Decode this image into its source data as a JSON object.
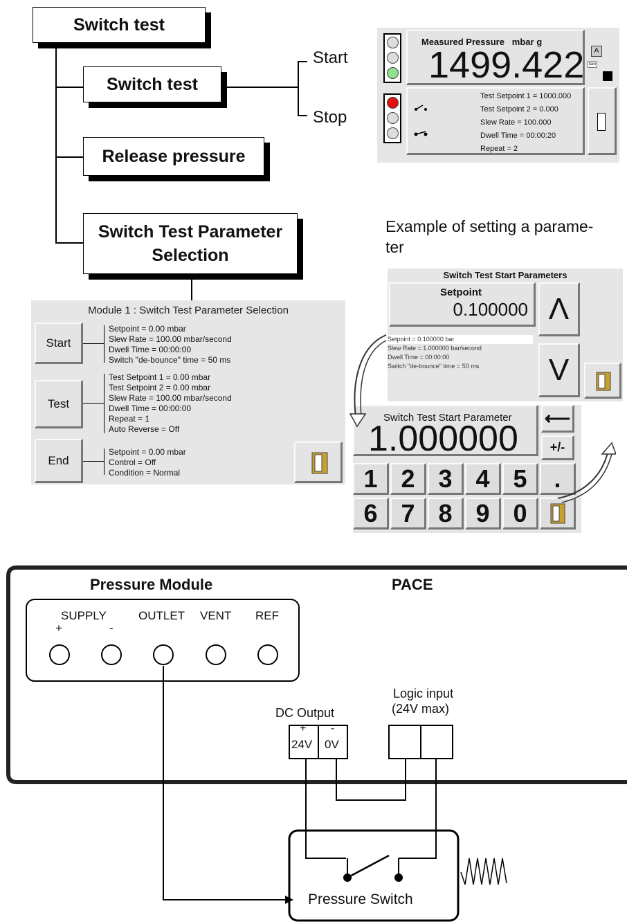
{
  "menu": {
    "root": "Switch test",
    "switch_test": "Switch test",
    "release": "Release pressure",
    "param_sel": "Switch Test Parameter Selection",
    "start": "Start",
    "stop": "Stop"
  },
  "status_screen": {
    "title": "Measured Pressure",
    "unit": "mbar g",
    "value": "1499.422",
    "badge_a": "A",
    "badge_tare": "tare",
    "lines": [
      "Test Setpoint 1 = 1000.000",
      "Test Setpoint 2 = 0.000",
      "Slew Rate = 100.000",
      "Dwell Time = 00:00:20",
      "Repeat = 2"
    ]
  },
  "example_caption": "Example of setting a parame-\nter",
  "param_screen": {
    "title": "Module 1 : Switch Test Parameter Selection",
    "groups": [
      {
        "label": "Start",
        "lines": [
          "Setpoint = 0.00 mbar",
          "Slew Rate = 100.00 mbar/second",
          "Dwell Time = 00:00:00",
          "Switch \"de-bounce\" time = 50 ms"
        ]
      },
      {
        "label": "Test",
        "lines": [
          "Test Setpoint 1 = 0.00 mbar",
          "Test Setpoint 2 = 0.00 mbar",
          "Slew Rate = 100.00 mbar/second",
          "Dwell Time = 00:00:00",
          "Repeat = 1",
          "Auto Reverse = Off"
        ]
      },
      {
        "label": "End",
        "lines": [
          "Setpoint = 0.00 mbar",
          "Control = Off",
          "Condition = Normal"
        ]
      }
    ]
  },
  "start_params": {
    "title": "Switch Test Start Parameters",
    "setpoint_label": "Setpoint",
    "setpoint_value": "0.100000",
    "up": "Λ",
    "down": "V",
    "lines": [
      "Setpoint = 0.100000 bar",
      "Slew Rate = 1.000000 bar/second",
      "Dwell Time = 00:00:00",
      "Switch \"de-bounce\" time = 50 ms"
    ]
  },
  "keypad": {
    "title": "Switch Test Start Parameter",
    "value": "1.000000",
    "backspace": "⟵",
    "plusminus": "+/-",
    "row1": [
      "1",
      "2",
      "3",
      "4",
      "5",
      "."
    ],
    "row2": [
      "6",
      "7",
      "8",
      "9",
      "0"
    ]
  },
  "wiring": {
    "module_title": "Pressure Module",
    "pace_title": "PACE",
    "ports": [
      "SUPPLY",
      "OUTLET",
      "VENT",
      "REF"
    ],
    "supply_plus": "+",
    "supply_minus": "-",
    "dc_output": "DC Output",
    "dc_plus": "+",
    "dc_minus": "-",
    "v24": "24V",
    "v0": "0V",
    "logic_input": "Logic input",
    "logic_max": "(24V max)",
    "switch_label": "Pressure Switch"
  }
}
